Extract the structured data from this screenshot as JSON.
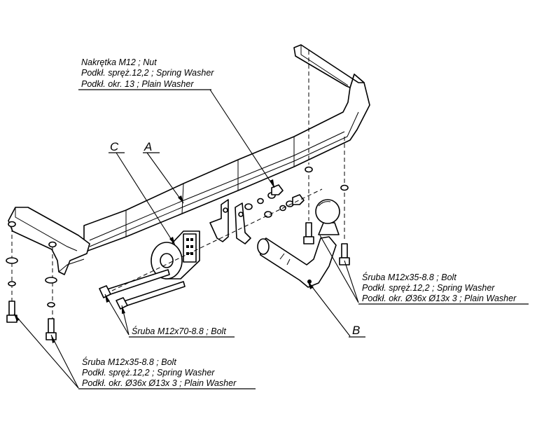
{
  "labels": {
    "nut_group": {
      "line1": "Nakrętka  M12 ; Nut",
      "line2": "Podkł. spręż.12,2 ; Spring Washer",
      "line3": "Podkł. okr. 13 ; Plain Washer"
    },
    "part_c": "C",
    "part_a": "A",
    "part_b": "B",
    "bolt_m12x70": "Śruba M12x70-8.8 ;  Bolt",
    "right_bolt_group": {
      "line1": "Śruba M12x35-8.8 ;  Bolt",
      "line2": "Podkł. spręż.12,2 ; Spring Washer",
      "line3": "Podkł. okr.  Ø36x Ø13x 3 ; Plain Washer"
    },
    "left_bolt_group": {
      "line1": "Śruba M12x35-8.8 ;  Bolt",
      "line2": "Podkł. spręż.12,2 ; Spring Washer",
      "line3": "Podkł. okr.  Ø36x Ø13x 3 ; Plain Washer"
    }
  }
}
